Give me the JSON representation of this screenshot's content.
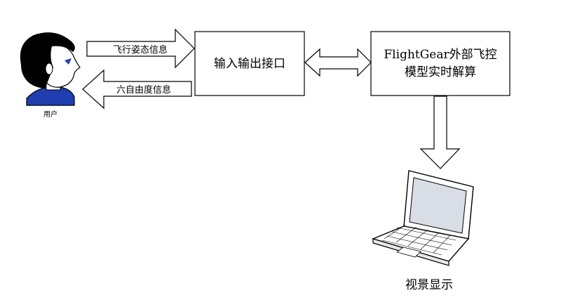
{
  "diagram": {
    "user": {
      "label": "用户"
    },
    "arrow_to_interface": {
      "label": "飞行姿态信息"
    },
    "arrow_to_user": {
      "label": "六自由度信息"
    },
    "io_interface": {
      "label": "输入输出接口"
    },
    "flight_model": {
      "label_line1": "FlightGear外部飞控",
      "label_line2": "模型实时解算"
    },
    "display": {
      "label": "视景显示"
    }
  }
}
